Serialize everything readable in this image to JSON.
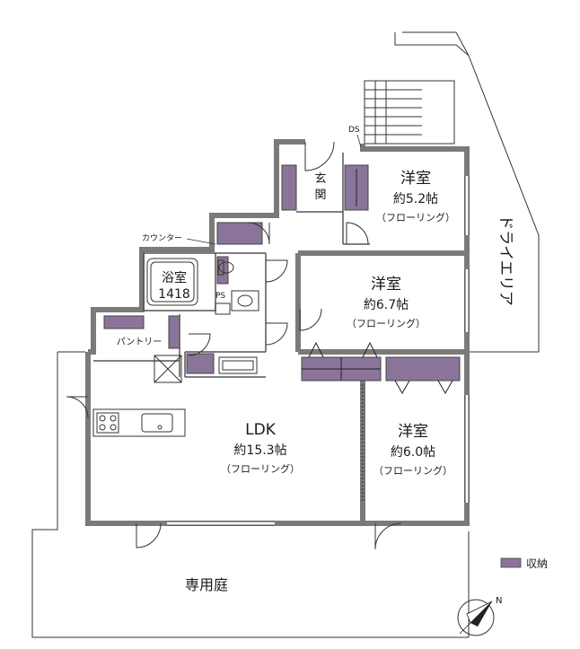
{
  "rooms": {
    "western_top": {
      "name": "洋室",
      "size": "約5.2帖",
      "floor": "（フローリング）"
    },
    "western_mid": {
      "name": "洋室",
      "size": "約6.7帖",
      "floor": "（フローリング）"
    },
    "western_low": {
      "name": "洋室",
      "size": "約6.0帖",
      "floor": "（フローリング）"
    },
    "ldk": {
      "name": "LDK",
      "size": "約15.3帖",
      "floor": "（フローリング）"
    },
    "bath": {
      "name": "浴室",
      "code": "1418"
    },
    "entrance": {
      "line1": "玄",
      "line2": "関"
    },
    "pantry": {
      "name": "パントリー"
    },
    "garden": {
      "name": "専用庭"
    },
    "dry_area": {
      "name": "ドライエリア"
    }
  },
  "labels": {
    "counter": "カウンター",
    "ds": "DS",
    "ps": "PS"
  },
  "legend": {
    "storage_label": "収納",
    "storage_color": "#8b7499"
  },
  "compass": {
    "north": "N"
  },
  "colors": {
    "wall": "#7a7a7a",
    "line": "#333333",
    "storage": "#8b7499"
  }
}
